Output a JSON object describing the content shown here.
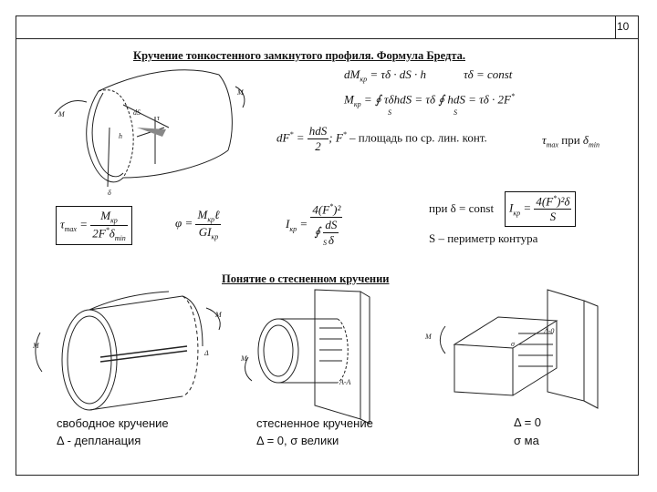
{
  "page_number": "10",
  "section1": {
    "title": "Кручение тонкостенного замкнутого профиля. Формула Бредта.",
    "formulas": {
      "dmkr_lhs": "dM",
      "dmkr_sub": "кр",
      "dmkr_rhs": " = τδ · dS · h",
      "tau_delta_const": "τδ = const",
      "mkr_lhs": "M",
      "mkr_sub": "кр",
      "mkr_rhs": " = ∮ τδhdS = τδ ∮ hdS = τδ · 2F",
      "mkr_sup": "*",
      "contour_s1": "S",
      "contour_s2": "S",
      "df_lhs": "dF",
      "df_sup": "*",
      "df_num": "hdS",
      "df_den": "2",
      "df_mid": "; F",
      "df_text": " – площадь по ср. лин. конт.",
      "tau_max_tau": "τ",
      "tau_max_sub": "max",
      "tau_max_pri": "при",
      "tau_max_delta": "δ",
      "tau_max_dsub": "min",
      "taumax_lhs": "τ",
      "taumax_sub": "max",
      "taumax_num": "M",
      "taumax_num_sub": "кр",
      "taumax_den": "2F",
      "taumax_den_sup": "*",
      "taumax_den_delta": "δ",
      "taumax_den_sub": "min",
      "phi_lhs": "φ = ",
      "phi_num": "M",
      "phi_num_sub": "кр",
      "phi_num_l": "ℓ",
      "phi_den": "GI",
      "phi_den_sub": "кр",
      "ikr_lhs": "I",
      "ikr_sub": "кр",
      "ikr_num": "4(F",
      "ikr_num_sup": "*",
      "ikr_num_end": ")²",
      "ikr_den_int": "∮",
      "ikr_den_num": "dS",
      "ikr_den_den": "δ",
      "ikr_den_s": "S",
      "pri_delta_const": "при δ = const",
      "ikr2_lhs": "I",
      "ikr2_sub": "кр",
      "ikr2_num": "4(F",
      "ikr2_num_sup": "*",
      "ikr2_num_end": ")²δ",
      "ikr2_den": "S",
      "s_perimeter": "S – периметр контура"
    },
    "figure_labels": {
      "mkr_left": "M",
      "mkr_right": "M",
      "tau": "τ",
      "delta": "δ",
      "h": "h",
      "ds": "dS"
    }
  },
  "section2": {
    "title": "Понятие о стесненном кручении",
    "figure_labels": {
      "mkr_1": "M",
      "mkr_2": "M",
      "delta_1": "Δ",
      "mkr_3": "M",
      "aa": "А-А",
      "mkr_4": "M",
      "sigma": "σ",
      "delta_4": "Δ-0"
    },
    "captions": {
      "free_title": "свободное кручение",
      "free_sub": "Δ -   депланация",
      "constrained_title": "стесненное кручение",
      "constrained_sub": "Δ = 0,    σ     велики",
      "block_delta": "Δ = 0",
      "block_sigma": "σ     ма"
    }
  }
}
